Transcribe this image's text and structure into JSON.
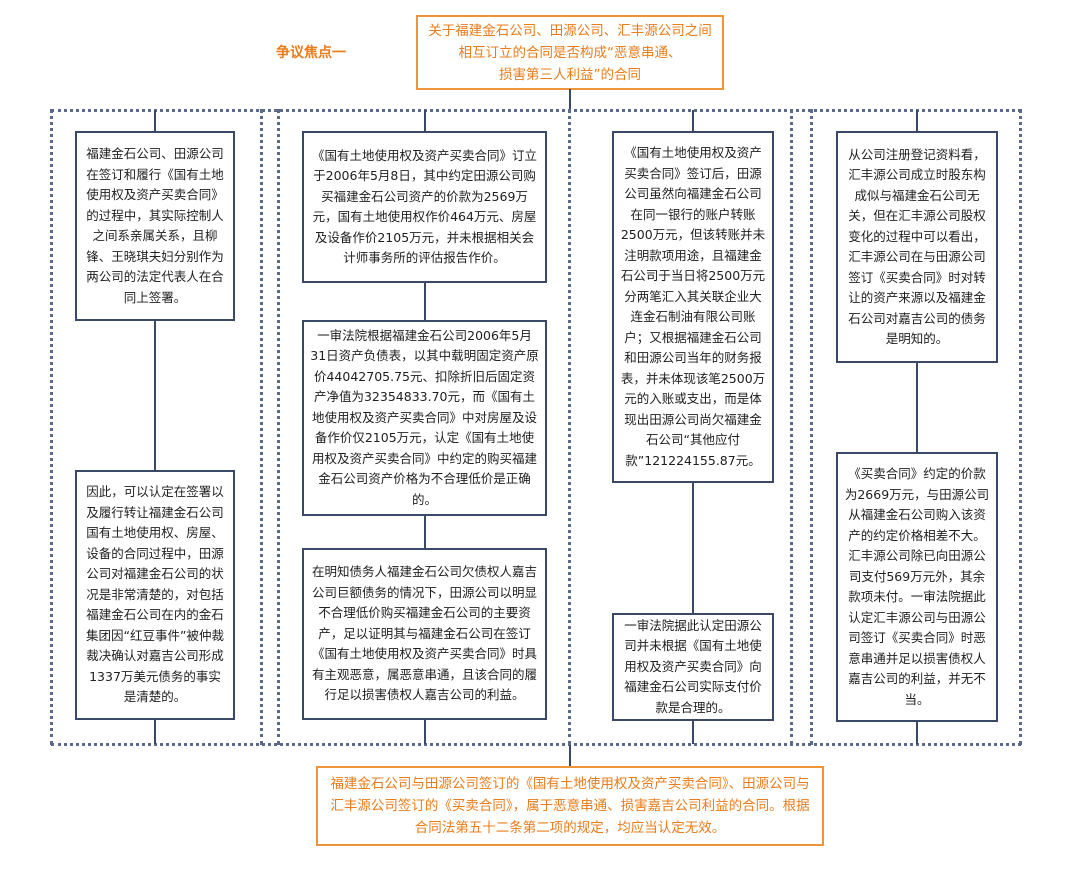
{
  "diagram": {
    "focus_label": "争议焦点一",
    "top_question": "关于福建金石公司、田源公司、汇丰源公司之间相互订立的合同是否构成“恶意串通、\n损害第三人利益”的合同",
    "columns": [
      {
        "boxes": [
          "福建金石公司、田源公司在签订和履行《国有土地使用权及资产买卖合同》的过程中，其实际控制人之间系亲属关系，且柳锋、王晓琪夫妇分别作为两公司的法定代表人在合同上签署。",
          "因此，可以认定在签署以及履行转让福建金石公司国有土地使用权、房屋、设备的合同过程中，田源公司对福建金石公司的状况是非常清楚的，对包括福建金石公司在内的金石集团因“红豆事件”被仲裁裁决确认对嘉吉公司形成1337万美元债务的事实是清楚的。"
        ]
      },
      {
        "boxes": [
          "《国有土地使用权及资产买卖合同》订立于2006年5月8日，其中约定田源公司购买福建金石公司资产的价款为2569万元，国有土地使用权作价464万元、房屋及设备作价2105万元，并未根据相关会计师事务所的评估报告作价。",
          "一审法院根据福建金石公司2006年5月31日资产负债表，以其中载明固定资产原价44042705.75元、扣除折旧后固定资产净值为32354833.70元，而《国有土地使用权及资产买卖合同》中对房屋及设备作价仅2105万元，认定《国有土地使用权及资产买卖合同》中约定的购买福建金石公司资产价格为不合理低价是正确的。",
          "在明知债务人福建金石公司欠债权人嘉吉公司巨额债务的情况下，田源公司以明显不合理低价购买福建金石公司的主要资产，足以证明其与福建金石公司在签订《国有土地使用权及资产买卖合同》时具有主观恶意，属恶意串通，且该合同的履行足以损害债权人嘉吉公司的利益。"
        ]
      },
      {
        "boxes": [
          "《国有土地使用权及资产买卖合同》签订后，田源公司虽然向福建金石公司在同一银行的账户转账2500万元，但该转账并未注明款项用途，且福建金石公司于当日将2500万元分两笔汇入其关联企业大连金石制油有限公司账户；又根据福建金石公司和田源公司当年的财务报表，并未体现该笔2500万元的入账或支出，而是体现出田源公司尚欠福建金石公司“其他应付款”121224155.87元。",
          "一审法院据此认定田源公司并未根据《国有土地使用权及资产买卖合同》向福建金石公司实际支付价款是合理的。"
        ]
      },
      {
        "boxes": [
          "从公司注册登记资料看，汇丰源公司成立时股东构成似与福建金石公司无关，但在汇丰源公司股权变化的过程中可以看出，汇丰源公司在与田源公司签订《买卖合同》时对转让的资产来源以及福建金石公司对嘉吉公司的债务是明知的。",
          "《买卖合同》约定的价款为2669万元，与田源公司从福建金石公司购入该资产的约定价格相差不大。汇丰源公司除已向田源公司支付569万元外，其余款项未付。一审法院据此认定汇丰源公司与田源公司签订《买卖合同》时恶意串通并足以损害债权人嘉吉公司的利益，并无不当。"
        ]
      }
    ],
    "conclusion": "福建金石公司与田源公司签订的《国有土地使用权及资产买卖合同》、田源公司与汇丰源公司签订的《买卖合同》，属于恶意串通、损害嘉吉公司利益的合同。根据合同法第五十二条第二项的规定，均应当认定无效。",
    "colors": {
      "orange": "#f0943a",
      "orange_text": "#ea7c1b",
      "navy": "#3a4a66",
      "dotted": "#5a6a88"
    }
  }
}
